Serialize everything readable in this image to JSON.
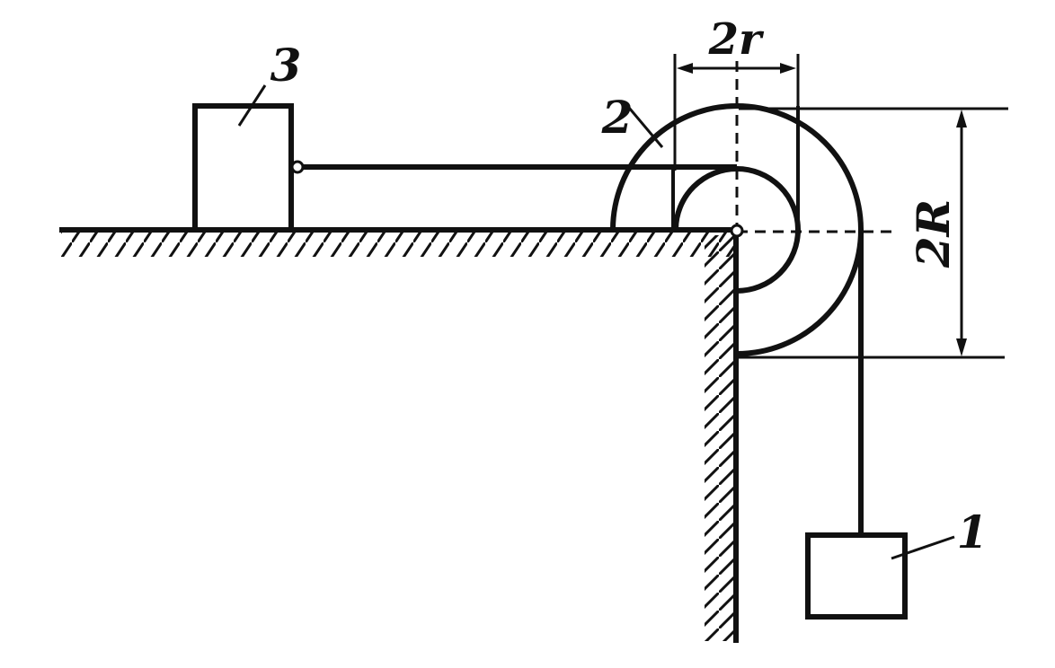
{
  "labels": {
    "body1": "1",
    "body2": "2",
    "body3": "3",
    "small_diameter": "2r",
    "large_diameter": "2R"
  },
  "colors": {
    "ink": "#111111",
    "background": "#ffffff"
  }
}
